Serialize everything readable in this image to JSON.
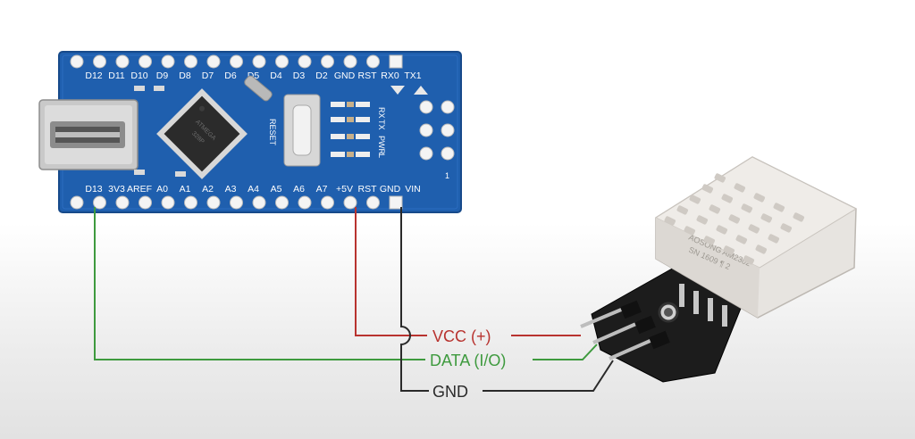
{
  "board": {
    "top_pins": [
      "D12",
      "D11",
      "D10",
      "D9",
      "D8",
      "D7",
      "D6",
      "D5",
      "D4",
      "D3",
      "D2",
      "GND",
      "RST",
      "RX0",
      "TX1"
    ],
    "bottom_pins": [
      "D13",
      "3V3",
      "AREF",
      "A0",
      "A1",
      "A2",
      "A3",
      "A4",
      "A5",
      "A6",
      "A7",
      "+5V",
      "RST",
      "GND",
      "VIN"
    ],
    "reset_label": "RESET",
    "led_labels": [
      "RX",
      "TX",
      "PWR",
      "L"
    ],
    "pin_one_label": "1",
    "chip_text": [
      "ATMEGA",
      "328P"
    ]
  },
  "wires": {
    "vcc_label": "VCC (+)",
    "data_label": "DATA (I/O)",
    "gnd_label": "GND"
  },
  "colors": {
    "pcb": "#1f5fae",
    "vcc_wire": "#b8332f",
    "data_wire": "#3e9a3e",
    "gnd_wire": "#2a2a2a",
    "sensor_body": "#e7e4e0",
    "module_board": "#1c1c1c"
  }
}
